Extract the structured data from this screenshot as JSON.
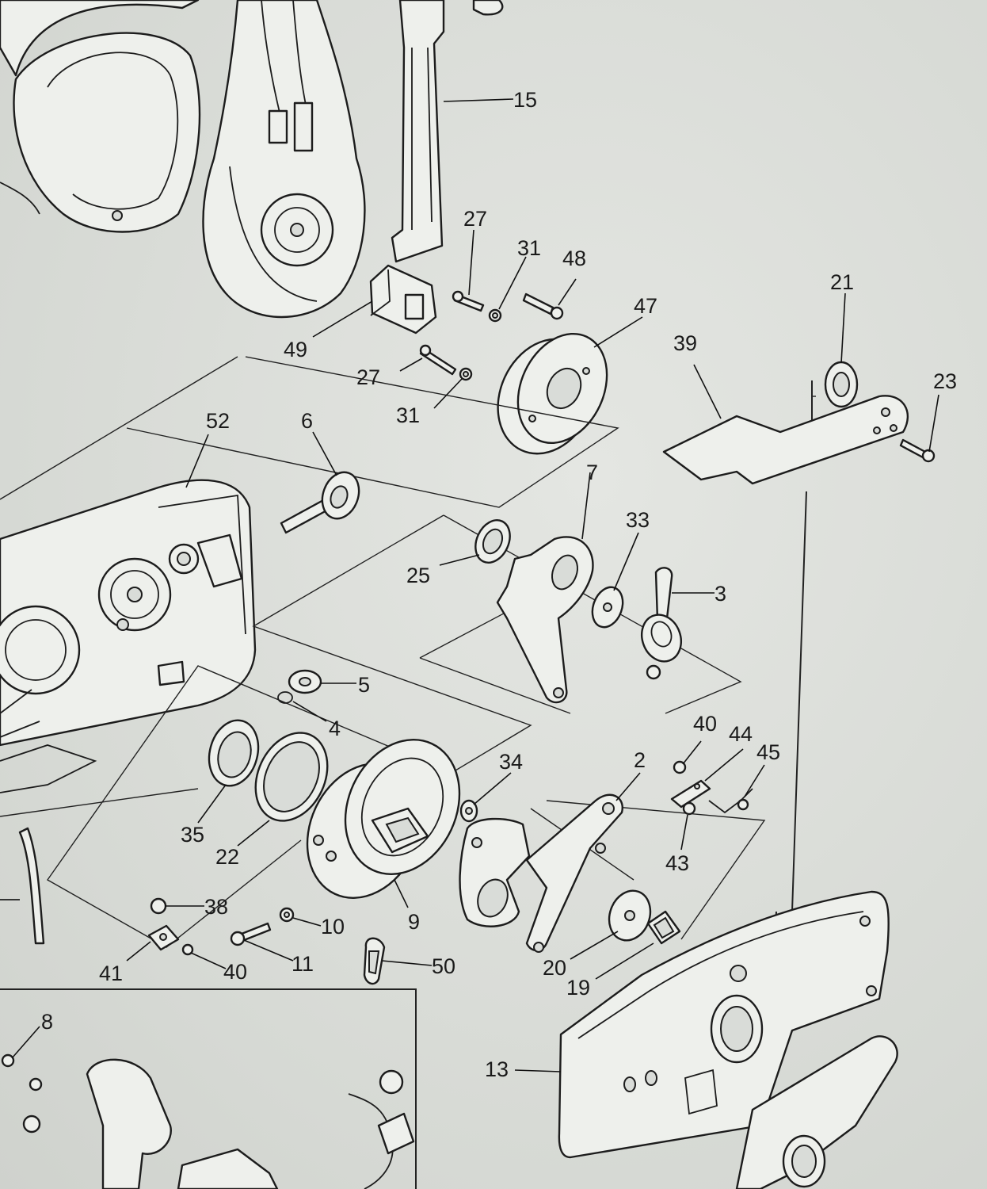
{
  "diagram": {
    "callouts": [
      {
        "id": "c15",
        "label": "15"
      },
      {
        "id": "c27a",
        "label": "27"
      },
      {
        "id": "c31a",
        "label": "31"
      },
      {
        "id": "c48",
        "label": "48"
      },
      {
        "id": "c47",
        "label": "47"
      },
      {
        "id": "c21",
        "label": "21"
      },
      {
        "id": "c39",
        "label": "39"
      },
      {
        "id": "c23",
        "label": "23"
      },
      {
        "id": "c49",
        "label": "49"
      },
      {
        "id": "c27b",
        "label": "27"
      },
      {
        "id": "c31b",
        "label": "31"
      },
      {
        "id": "c52",
        "label": "52"
      },
      {
        "id": "c6",
        "label": "6"
      },
      {
        "id": "c7",
        "label": "7"
      },
      {
        "id": "c33",
        "label": "33"
      },
      {
        "id": "c3",
        "label": "3"
      },
      {
        "id": "c25",
        "label": "25"
      },
      {
        "id": "c5",
        "label": "5"
      },
      {
        "id": "c4",
        "label": "4"
      },
      {
        "id": "c40a",
        "label": "40"
      },
      {
        "id": "c44",
        "label": "44"
      },
      {
        "id": "c45",
        "label": "45"
      },
      {
        "id": "c34",
        "label": "34"
      },
      {
        "id": "c2",
        "label": "2"
      },
      {
        "id": "c43",
        "label": "43"
      },
      {
        "id": "c35",
        "label": "35"
      },
      {
        "id": "c22",
        "label": "22"
      },
      {
        "id": "c38",
        "label": "38"
      },
      {
        "id": "c9",
        "label": "9"
      },
      {
        "id": "c10",
        "label": "10"
      },
      {
        "id": "c11",
        "label": "11"
      },
      {
        "id": "c41",
        "label": "41"
      },
      {
        "id": "c40b",
        "label": "40"
      },
      {
        "id": "c50",
        "label": "50"
      },
      {
        "id": "c20",
        "label": "20"
      },
      {
        "id": "c19",
        "label": "19"
      },
      {
        "id": "c8",
        "label": "8"
      },
      {
        "id": "c13",
        "label": "13"
      }
    ]
  }
}
